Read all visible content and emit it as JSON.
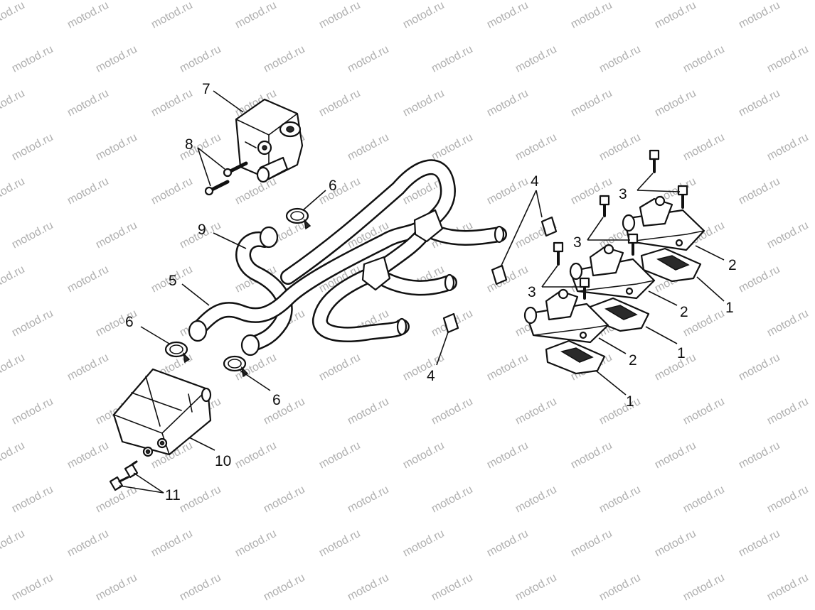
{
  "watermark": {
    "text": "motod.ru",
    "color": "#b0b0b0"
  },
  "callouts": [
    {
      "id": "c7",
      "label": "7"
    },
    {
      "id": "c8",
      "label": "8"
    },
    {
      "id": "c6a",
      "label": "6"
    },
    {
      "id": "c9",
      "label": "9"
    },
    {
      "id": "c5",
      "label": "5"
    },
    {
      "id": "c6b",
      "label": "6"
    },
    {
      "id": "c6c",
      "label": "6"
    },
    {
      "id": "c10",
      "label": "10"
    },
    {
      "id": "c11",
      "label": "11"
    },
    {
      "id": "c4a",
      "label": "4"
    },
    {
      "id": "c4b",
      "label": "4"
    },
    {
      "id": "c3a",
      "label": "3"
    },
    {
      "id": "c3b",
      "label": "3"
    },
    {
      "id": "c3c",
      "label": "3"
    },
    {
      "id": "c2a",
      "label": "2"
    },
    {
      "id": "c2b",
      "label": "2"
    },
    {
      "id": "c2c",
      "label": "2"
    },
    {
      "id": "c1a",
      "label": "1"
    },
    {
      "id": "c1b",
      "label": "1"
    },
    {
      "id": "c1c",
      "label": "1"
    }
  ]
}
